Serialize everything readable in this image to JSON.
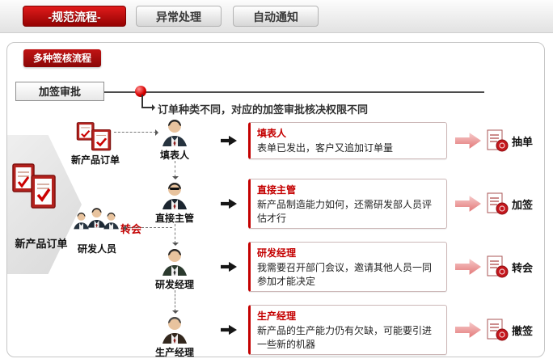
{
  "tabs": [
    {
      "label": "-规范流程-",
      "active": true
    },
    {
      "label": "异常处理",
      "active": false
    },
    {
      "label": "自动通知",
      "active": false
    }
  ],
  "panel": {
    "badge": "多种签核流程",
    "timeline_label": "加签审批",
    "note": "订单种类不同，对应的加签审批核决权限不同"
  },
  "left": {
    "order_label_top": "新产品订单",
    "order_label_main": "新产品订单",
    "rd_group_label": "研发人员",
    "transfer_label": "转会"
  },
  "flow": {
    "steps": [
      {
        "role": "填表人"
      },
      {
        "role": "直接主管"
      },
      {
        "role": "研发经理"
      },
      {
        "role": "生产经理"
      }
    ]
  },
  "rows": [
    {
      "title": "填表人",
      "text": "表单已发出，客户又追加订单量",
      "action": "抽单"
    },
    {
      "title": "直接主管",
      "text": "新产品制造能力如何，还需研发部人员评估才行",
      "action": "加签"
    },
    {
      "title": "研发经理",
      "text": "我需要召开部门会议，邀请其他人员一同参加才能决定",
      "action": "转会"
    },
    {
      "title": "生产经理",
      "text": "新产品的生产能力仍有欠缺，可能要引进一些新的机器",
      "action": "撤签"
    }
  ],
  "icons": {
    "flow_arrow": "black-right-arrow",
    "pink_arrow": "pink-right-arrow",
    "timeline_marker": "red-ball",
    "order_doc": "document-stack-with-red-checkmark",
    "person": "businessperson-avatar",
    "team": "three-person-group",
    "action_doc": "document-with-red-seal"
  },
  "colors": {
    "accent_red": "#c40000",
    "badge_red": "#8a0707",
    "tab_active_red": "#950303",
    "pink_arrow": "#e27474",
    "line_dark": "#4c4c4c"
  }
}
